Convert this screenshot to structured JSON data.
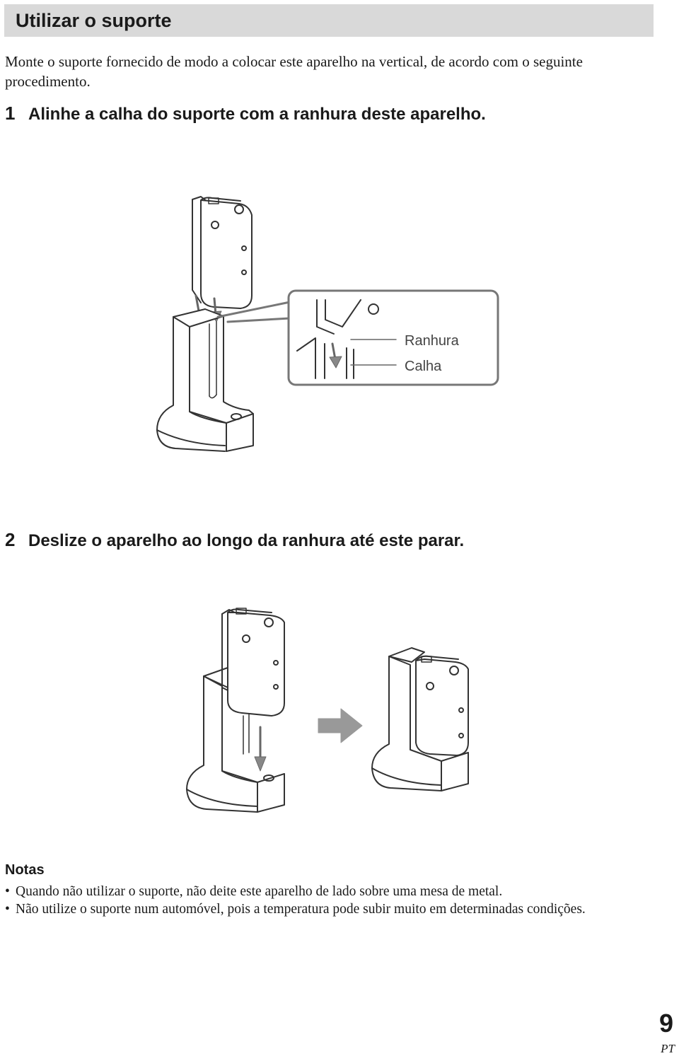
{
  "header": {
    "title": "Utilizar o suporte"
  },
  "intro": "Monte o suporte fornecido de modo a colocar este aparelho na vertical, de acordo com o seguinte procedimento.",
  "steps": [
    {
      "number": "1",
      "text": "Alinhe a calha do suporte com a ranhura deste aparelho."
    },
    {
      "number": "2",
      "text": "Deslize o aparelho ao longo da ranhura até este parar."
    }
  ],
  "callout": {
    "label_slot": "Ranhura",
    "label_rail": "Calha"
  },
  "notes": {
    "title": "Notas",
    "items": [
      "Quando não utilizar o suporte, não deite este aparelho de lado sobre uma mesa de metal.",
      "Não utilize o suporte num automóvel, pois a temperatura pode subir muito em determinadas condições."
    ]
  },
  "footer": {
    "page_number": "9",
    "language_code": "PT"
  }
}
